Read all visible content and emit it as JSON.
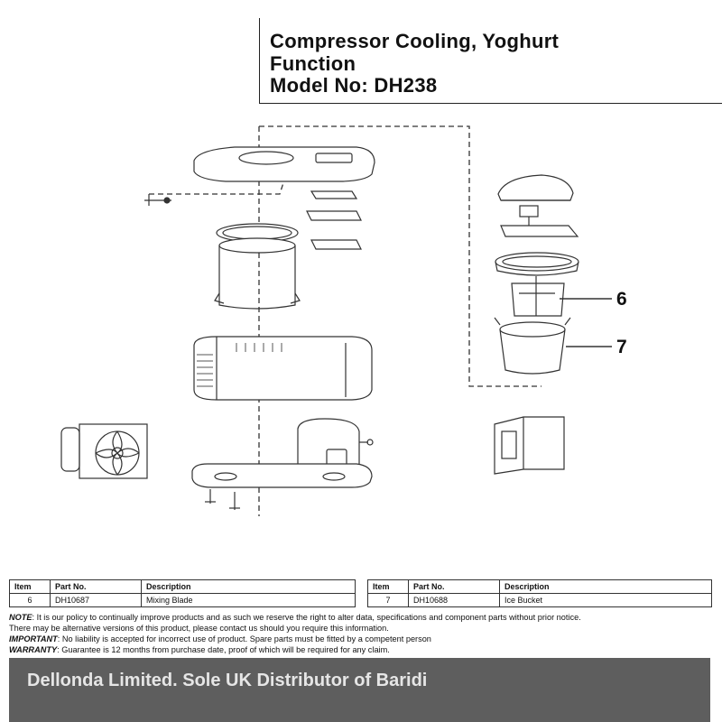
{
  "title": {
    "line1": "Compressor Cooling, Yoghurt",
    "line2": "Function",
    "line3": "Model No: DH238"
  },
  "callouts": [
    "6",
    "7"
  ],
  "parts_table": {
    "headers": [
      "Item",
      "Part No.",
      "Description"
    ],
    "left_row": {
      "item": "6",
      "part_no": "DH10687",
      "description": "Mixing Blade"
    },
    "right_row": {
      "item": "7",
      "part_no": "DH10688",
      "description": "Ice Bucket"
    }
  },
  "notes": {
    "note_label": "NOTE",
    "note_text": ": It is our policy to continually improve products and as such we reserve the right to alter data, specifications and component parts without prior notice.",
    "note_text2": "There may be alternative versions of this product, please contact us should you require this information.",
    "important_label": "IMPORTANT",
    "important_text": ": No liability is accepted for incorrect use of product. Spare parts must be fitted by a competent person",
    "warranty_label": "WARRANTY",
    "warranty_text": ": Guarantee is 12 months from purchase date, proof of which will be required for any claim."
  },
  "footer": {
    "text": "Dellonda Limited. Sole UK Distributor of Baridi"
  }
}
